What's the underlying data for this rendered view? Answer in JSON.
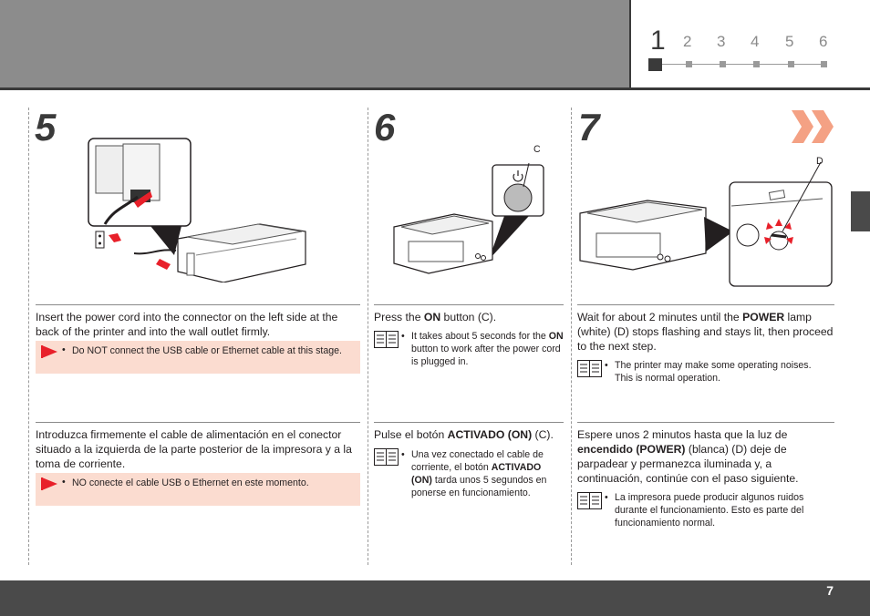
{
  "nav": {
    "current": "1",
    "steps": [
      "2",
      "3",
      "4",
      "5",
      "6"
    ]
  },
  "page_number": "7",
  "step5": {
    "number": "5",
    "en_text": "Insert the power cord into the connector on the left side at the back of the printer and into the wall outlet firmly.",
    "en_warning": "Do NOT connect the USB cable or Ethernet cable at this stage.",
    "es_text": "Introduzca firmemente el cable de alimentación en el conector situado a la izquierda de la parte posterior de la impresora y a la toma de corriente.",
    "es_warning": "NO conecte el cable USB o Ethernet en este momento."
  },
  "step6": {
    "number": "6",
    "callout": "C",
    "en_text_pre": "Press the ",
    "en_text_bold": "ON",
    "en_text_post": " button (C).",
    "en_note_pre": "It takes about 5 seconds for the ",
    "en_note_bold": "ON",
    "en_note_post": " button to work after the power cord is plugged in.",
    "es_text_pre": "Pulse el botón ",
    "es_text_bold": "ACTIVADO (ON)",
    "es_text_post": " (C).",
    "es_note_pre": "Una vez conectado el cable de corriente, el botón ",
    "es_note_bold": "ACTIVADO (ON)",
    "es_note_post": " tarda unos 5 segundos en ponerse en funcionamiento."
  },
  "step7": {
    "number": "7",
    "callout": "D",
    "en_text_pre": "Wait for about 2 minutes until the ",
    "en_text_bold": "POWER",
    "en_text_post": " lamp (white) (D) stops flashing and stays lit, then proceed to the next step.",
    "en_note": "The printer may make some operating noises. This is normal operation.",
    "es_text_pre": "Espere unos 2 minutos hasta que la luz de ",
    "es_text_bold": "encendido (POWER)",
    "es_text_post": " (blanca) (D) deje de parpadear y permanezca iluminada y, a continuación, continúe con el paso siguiente.",
    "es_note": "La impresora puede producir algunos ruidos durante el funcionamiento. Esto es parte del funcionamiento normal."
  },
  "colors": {
    "header_gray": "#8c8c8c",
    "dark": "#4a4a4a",
    "warning_bg": "#fbdcd0",
    "warning_flag": "#e8202a",
    "next_arrows": "#f4a184"
  },
  "icons": [
    "warning-flag-icon",
    "note-book-icon",
    "next-step-arrows-icon",
    "power-symbol-icon"
  ]
}
